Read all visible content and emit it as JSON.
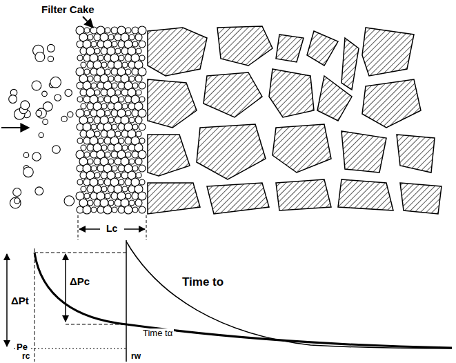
{
  "diagram": {
    "labels": [
      "Filter Cake",
      "Lc",
      "ΔPt",
      "ΔPc",
      "Time to",
      "Time tα",
      "Pe",
      "rc",
      "rw"
    ]
  }
}
